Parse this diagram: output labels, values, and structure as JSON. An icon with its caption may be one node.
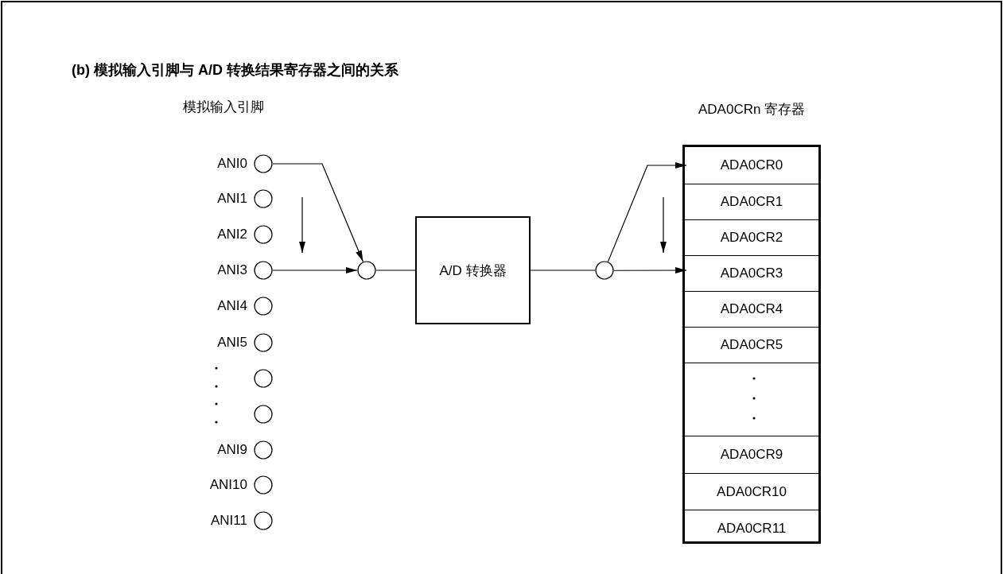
{
  "diagram": {
    "title": "(b) 模拟输入引脚与 A/D 转换结果寄存器之间的关系",
    "nodes": [
      {
        "text": [],
        "shape": "circle",
        "beside": [
          "ANI0"
        ]
      },
      {
        "text": [],
        "shape": "circle",
        "beside": [
          "ANI1"
        ]
      },
      {
        "text": [],
        "shape": "circle",
        "beside": [
          "ANI2"
        ]
      },
      {
        "text": [],
        "shape": "circle",
        "beside": [
          "ANI3"
        ]
      },
      {
        "text": [],
        "shape": "circle",
        "beside": [
          "ANI4"
        ]
      },
      {
        "text": [],
        "shape": "circle",
        "beside": [
          "ANI5"
        ]
      },
      {
        "text": [],
        "shape": "circle"
      },
      {
        "text": [],
        "shape": "circle"
      },
      {
        "text": [],
        "shape": "circle",
        "beside": [
          "ANI9"
        ]
      },
      {
        "text": [],
        "shape": "circle",
        "beside": [
          "ANI10"
        ]
      },
      {
        "text": [],
        "shape": "circle",
        "beside": [
          "ANI11"
        ]
      },
      {
        "text": [],
        "shape": "circle"
      },
      {
        "text": [
          "A/D 转换器"
        ]
      },
      {
        "text": [],
        "shape": "circle"
      },
      {
        "text": [
          "ADA0CRn 寄存器"
        ]
      },
      {
        "text": [
          "ADA0CR0"
        ],
        "in": 14
      },
      {
        "text": [
          "ADA0CR1"
        ],
        "in": 14
      },
      {
        "text": [
          "ADA0CR2"
        ],
        "in": 14
      },
      {
        "text": [
          "ADA0CR3"
        ],
        "in": 14
      },
      {
        "text": [
          "ADA0CR4"
        ],
        "in": 14
      },
      {
        "text": [
          "ADA0CR5"
        ],
        "in": 14
      },
      {
        "text": [],
        "shape": "box",
        "in": 14
      },
      {
        "text": [
          "ADA0CR9"
        ],
        "in": 14
      },
      {
        "text": [
          "ADA0CR10"
        ],
        "in": 14
      },
      {
        "text": [
          "ADA0CR11"
        ],
        "in": 14
      }
    ],
    "edges": [
      {
        "from": 0,
        "to": 11,
        "arrow": "to"
      },
      {
        "from": 3,
        "to": 11,
        "arrow": "to"
      },
      {
        "from": 11,
        "to": 12,
        "arrow": "none"
      },
      {
        "from": 12,
        "to": 13,
        "arrow": "none"
      },
      {
        "from": 13,
        "to": 15,
        "arrow": "to"
      },
      {
        "from": 13,
        "to": 18,
        "arrow": "to"
      }
    ],
    "labels": [
      "模拟输入引脚"
    ]
  }
}
